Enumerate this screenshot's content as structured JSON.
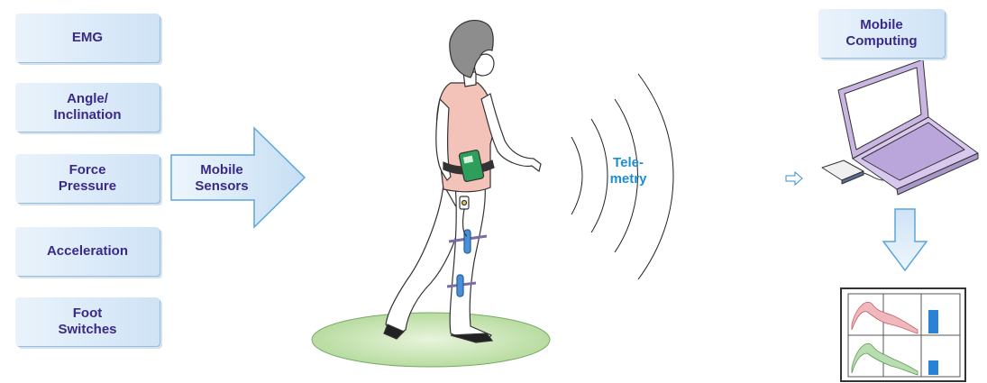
{
  "sensors": [
    {
      "label": "EMG"
    },
    {
      "label": "Angle/\nInclination"
    },
    {
      "label": "Force\nPressure"
    },
    {
      "label": "Acceleration"
    },
    {
      "label": "Foot\nSwitches"
    }
  ],
  "arrow_label": "Mobile\nSensors",
  "telemetry_label": "Tele-\nmetry",
  "computing_label": "Mobile\nComputing",
  "colors": {
    "box_text": "#3a2a87",
    "box_fill": "#d6e7f7",
    "telemetry_text": "#1a8fd6",
    "ground": "#b8dca0",
    "laptop": "#c9b6e3",
    "shirt": "#f3c2b8",
    "device": "#2e9e5b"
  }
}
